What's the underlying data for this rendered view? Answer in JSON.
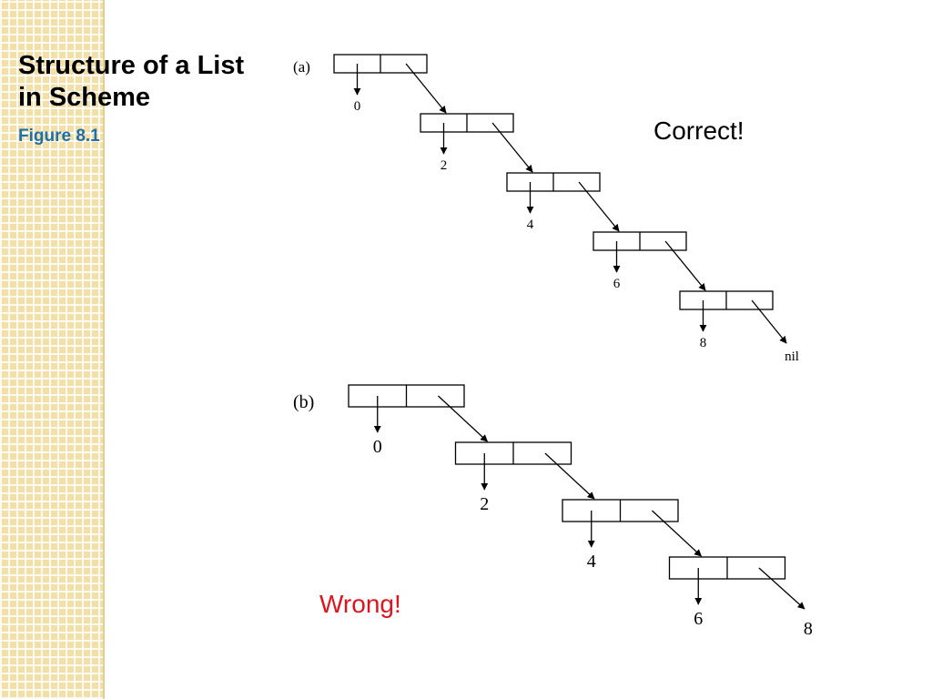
{
  "slide": {
    "title": "Structure of a List in Scheme",
    "subtitle": "Figure 8.1",
    "correct_note": "Correct!",
    "wrong_note": "Wrong!"
  },
  "colors": {
    "title": "#000000",
    "subtitle": "#1f6fa8",
    "correct_note": "#000000",
    "wrong_note": "#e0141e",
    "side_strip": "#f2e0a8"
  },
  "diagram_a": {
    "label": "(a)",
    "car_values": [
      "0",
      "2",
      "4",
      "6",
      "8"
    ],
    "terminal": "nil"
  },
  "diagram_b": {
    "label": "(b)",
    "car_values": [
      "0",
      "2",
      "4",
      "6"
    ],
    "terminal": "8"
  }
}
